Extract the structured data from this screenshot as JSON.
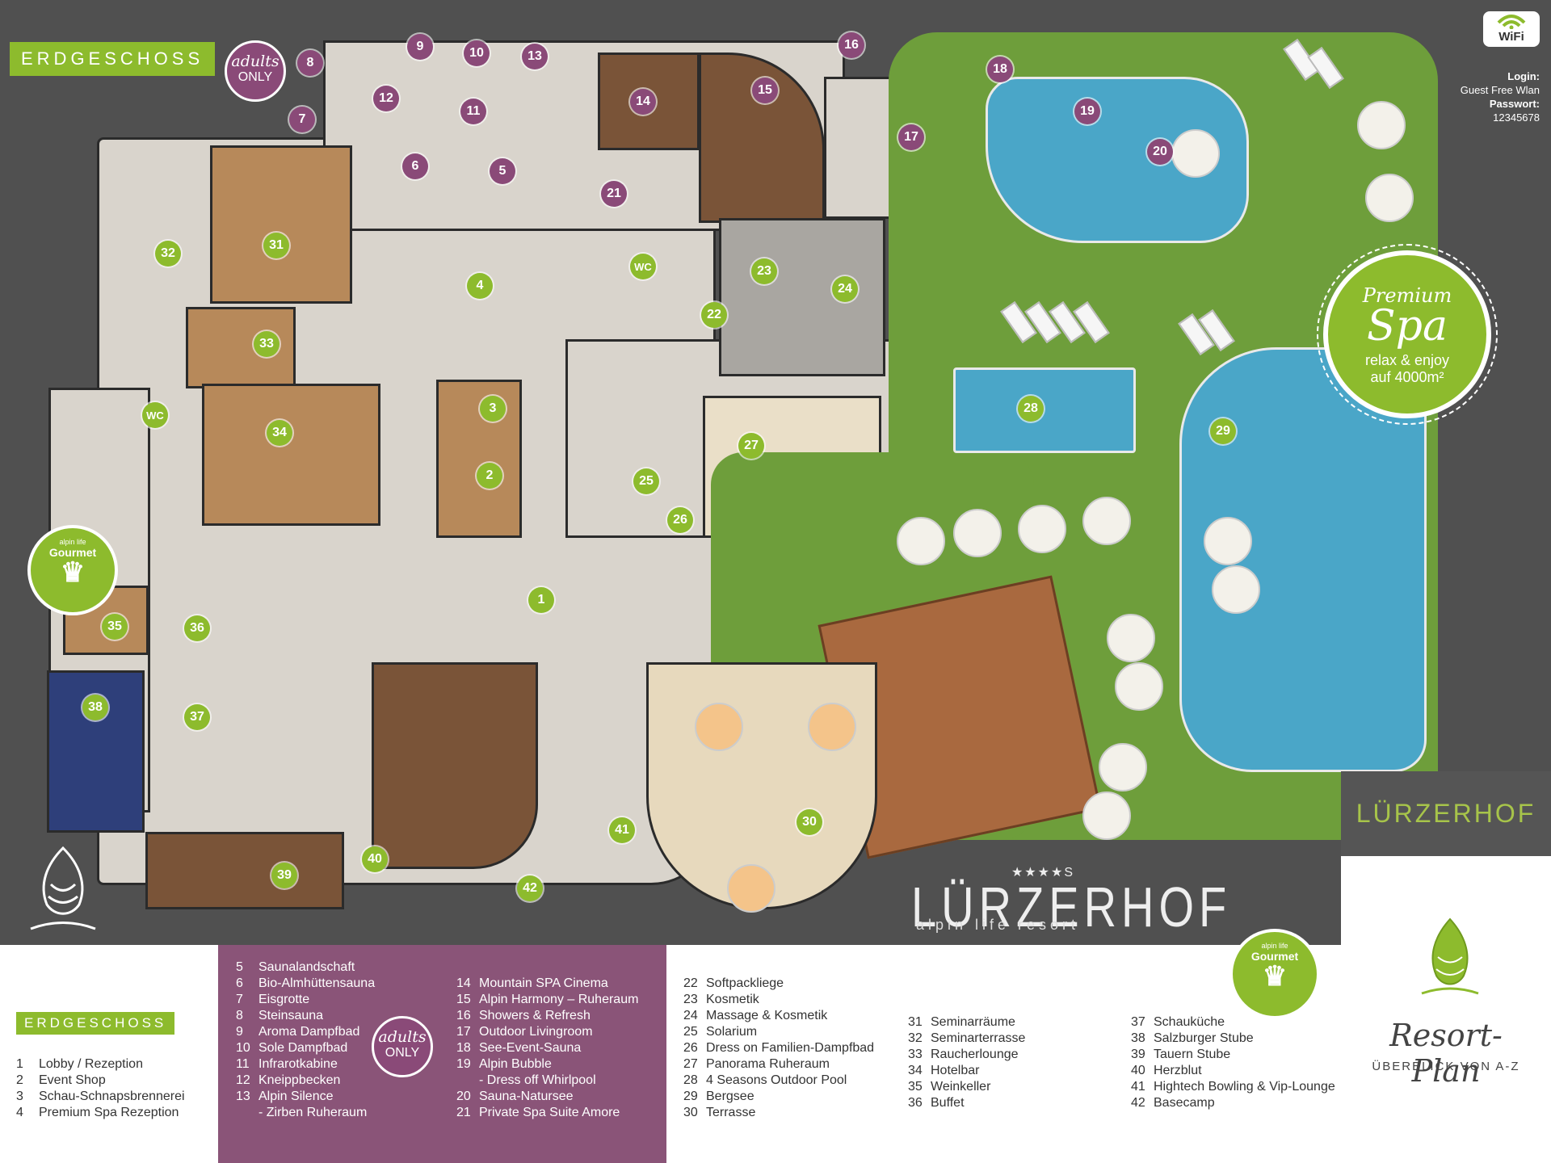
{
  "floor_tag": "ERDGESCHOSS",
  "adults_badge": {
    "line1": "adults",
    "line2": "ONLY"
  },
  "wifi": {
    "label": "WiFi",
    "login_label": "Login:",
    "login_value": "Guest Free Wlan",
    "password_label": "Passwort:",
    "password_value": "12345678"
  },
  "spa_badge": {
    "line1": "Premium",
    "line2": "Spa",
    "line3": "relax & enjoy",
    "line4": "auf 4000m²"
  },
  "gourmet_badge": {
    "top": "alpin life",
    "label": "Gourmet"
  },
  "logo": {
    "stars": "★★★★S",
    "name": "LÜRZERHOF",
    "tagline": "alpin life resort"
  },
  "pins": [
    {
      "n": "1",
      "color": "green"
    },
    {
      "n": "2",
      "color": "green"
    },
    {
      "n": "3",
      "color": "green"
    },
    {
      "n": "4",
      "color": "green"
    },
    {
      "n": "5",
      "color": "purple"
    },
    {
      "n": "6",
      "color": "purple"
    },
    {
      "n": "7",
      "color": "purple"
    },
    {
      "n": "8",
      "color": "purple"
    },
    {
      "n": "9",
      "color": "purple"
    },
    {
      "n": "10",
      "color": "purple"
    },
    {
      "n": "11",
      "color": "purple"
    },
    {
      "n": "12",
      "color": "purple"
    },
    {
      "n": "13",
      "color": "purple"
    },
    {
      "n": "14",
      "color": "purple"
    },
    {
      "n": "15",
      "color": "purple"
    },
    {
      "n": "16",
      "color": "purple"
    },
    {
      "n": "17",
      "color": "purple"
    },
    {
      "n": "18",
      "color": "purple"
    },
    {
      "n": "19",
      "color": "purple"
    },
    {
      "n": "20",
      "color": "purple"
    },
    {
      "n": "21",
      "color": "purple"
    },
    {
      "n": "22",
      "color": "green"
    },
    {
      "n": "23",
      "color": "green"
    },
    {
      "n": "24",
      "color": "green"
    },
    {
      "n": "25",
      "color": "green"
    },
    {
      "n": "26",
      "color": "green"
    },
    {
      "n": "27",
      "color": "green"
    },
    {
      "n": "28",
      "color": "green"
    },
    {
      "n": "29",
      "color": "green"
    },
    {
      "n": "30",
      "color": "green"
    },
    {
      "n": "31",
      "color": "green"
    },
    {
      "n": "32",
      "color": "green"
    },
    {
      "n": "33",
      "color": "green"
    },
    {
      "n": "34",
      "color": "green"
    },
    {
      "n": "35",
      "color": "green"
    },
    {
      "n": "36",
      "color": "green"
    },
    {
      "n": "37",
      "color": "green"
    },
    {
      "n": "38",
      "color": "green"
    },
    {
      "n": "39",
      "color": "green"
    },
    {
      "n": "40",
      "color": "green"
    },
    {
      "n": "41",
      "color": "green"
    },
    {
      "n": "42",
      "color": "green"
    },
    {
      "n": "WC",
      "color": "green"
    },
    {
      "n": "WC",
      "color": "green"
    }
  ],
  "legend": {
    "title": "ERDGESCHOSS",
    "col1": [
      {
        "n": "1",
        "label": "Lobby / Rezeption"
      },
      {
        "n": "2",
        "label": "Event Shop"
      },
      {
        "n": "3",
        "label": "Schau-Schnapsbrennerei"
      },
      {
        "n": "4",
        "label": "Premium Spa Rezeption"
      }
    ],
    "col2": [
      {
        "n": "5",
        "label": "Saunalandschaft"
      },
      {
        "n": "6",
        "label": "Bio-Almhüttensauna"
      },
      {
        "n": "7",
        "label": "Eisgrotte"
      },
      {
        "n": "8",
        "label": "Steinsauna"
      },
      {
        "n": "9",
        "label": "Aroma Dampfbad"
      },
      {
        "n": "10",
        "label": "Sole Dampfbad"
      },
      {
        "n": "11",
        "label": "Infrarotkabine"
      },
      {
        "n": "12",
        "label": "Kneippbecken"
      },
      {
        "n": "13",
        "label": "Alpin Silence"
      },
      {
        "n": "",
        "label": " - Zirben Ruheraum"
      }
    ],
    "col3": [
      {
        "n": "14",
        "label": "Mountain SPA Cinema"
      },
      {
        "n": "15",
        "label": "Alpin Harmony – Ruheraum"
      },
      {
        "n": "16",
        "label": "Showers & Refresh"
      },
      {
        "n": "17",
        "label": "Outdoor Livingroom"
      },
      {
        "n": "18",
        "label": "See-Event-Sauna"
      },
      {
        "n": "19",
        "label": "Alpin Bubble"
      },
      {
        "n": "",
        "label": " - Dress off Whirlpool"
      },
      {
        "n": "20",
        "label": "Sauna-Natursee"
      },
      {
        "n": "21",
        "label": "Private Spa Suite Amore"
      }
    ],
    "col4": [
      {
        "n": "22",
        "label": "Softpackliege"
      },
      {
        "n": "23",
        "label": "Kosmetik"
      },
      {
        "n": "24",
        "label": "Massage & Kosmetik"
      },
      {
        "n": "25",
        "label": "Solarium"
      },
      {
        "n": "26",
        "label": "Dress on Familien-Dampfbad"
      },
      {
        "n": "27",
        "label": "Panorama Ruheraum"
      },
      {
        "n": "28",
        "label": "4 Seasons Outdoor Pool"
      },
      {
        "n": "29",
        "label": "Bergsee"
      },
      {
        "n": "30",
        "label": "Terrasse"
      }
    ],
    "col5": [
      {
        "n": "31",
        "label": "Seminarräume"
      },
      {
        "n": "32",
        "label": "Seminarterrasse"
      },
      {
        "n": "33",
        "label": "Raucherlounge"
      },
      {
        "n": "34",
        "label": "Hotelbar"
      },
      {
        "n": "35",
        "label": "Weinkeller"
      },
      {
        "n": "36",
        "label": "Buffet"
      }
    ],
    "col6": [
      {
        "n": "37",
        "label": "Schauküche"
      },
      {
        "n": "38",
        "label": "Salzburger Stube"
      },
      {
        "n": "39",
        "label": "Tauern Stube"
      },
      {
        "n": "40",
        "label": "Herzblut"
      },
      {
        "n": "41",
        "label": "Hightech Bowling & Vip-Lounge"
      },
      {
        "n": "42",
        "label": "Basecamp"
      }
    ]
  },
  "resort_plan": {
    "title": "Resort-Plan",
    "subtitle": "ÜBERBLICK VON A-Z"
  },
  "colors": {
    "accent": "#8dbb2d",
    "purple": "#8a5478",
    "pool": "#4aa6c8",
    "grass": "#6e9e3b"
  }
}
